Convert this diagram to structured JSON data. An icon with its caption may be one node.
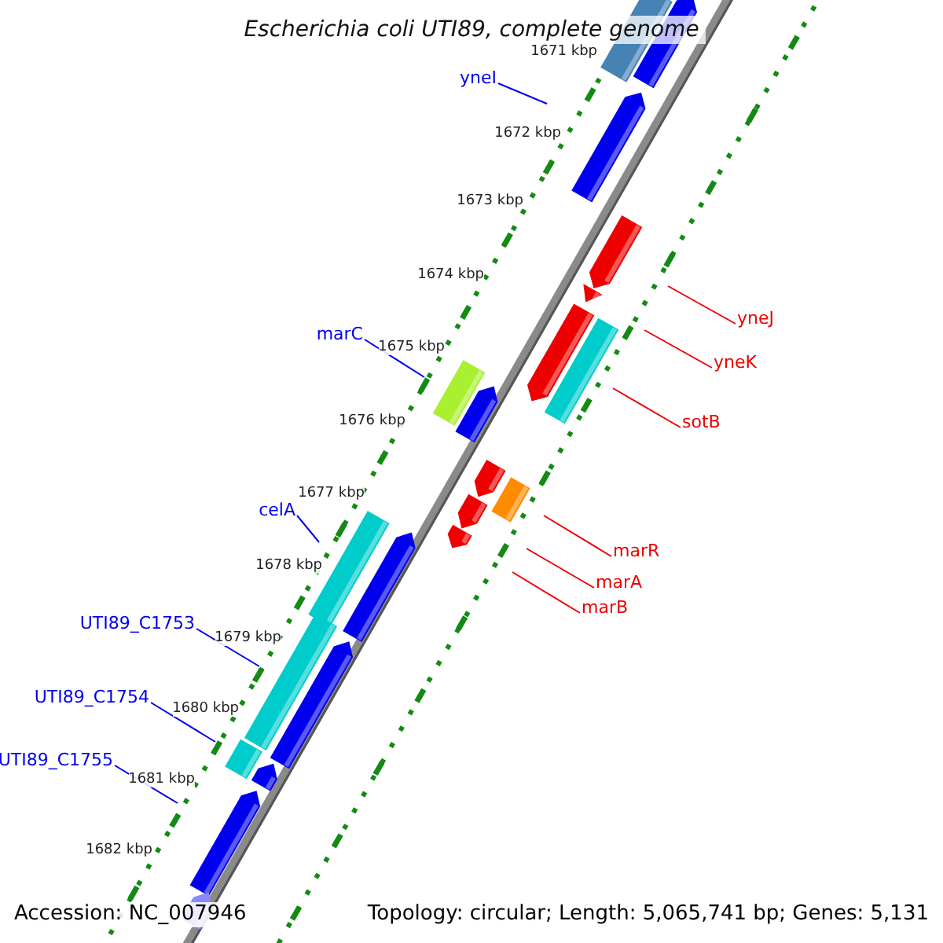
{
  "diagram": {
    "title": "Escherichia coli UTI89, complete genome",
    "nodes": [
      {
        "text": [
          "yneI"
        ]
      },
      {
        "text": [
          "marC"
        ]
      },
      {
        "text": [
          "celA"
        ]
      },
      {
        "text": [
          "UTI89_C1753"
        ]
      },
      {
        "text": [
          "UTI89_C1754"
        ]
      },
      {
        "text": [
          "UTI89_C1755"
        ]
      },
      {
        "text": [
          "yneJ"
        ]
      },
      {
        "text": [
          "yneK"
        ]
      },
      {
        "text": [
          "sotB"
        ]
      },
      {
        "text": [
          "marR"
        ]
      },
      {
        "text": [
          "marA"
        ]
      },
      {
        "text": [
          "marB"
        ]
      }
    ],
    "edges": [
      {
        "from": 0,
        "to": null,
        "arrow": "none"
      },
      {
        "from": 1,
        "to": null,
        "arrow": "none"
      },
      {
        "from": 2,
        "to": null,
        "arrow": "none"
      },
      {
        "from": 3,
        "to": null,
        "arrow": "none"
      },
      {
        "from": 4,
        "to": null,
        "arrow": "none"
      },
      {
        "from": 5,
        "to": null,
        "arrow": "none"
      },
      {
        "from": 6,
        "to": null,
        "arrow": "none",
        "color": "#ee0000"
      },
      {
        "from": 7,
        "to": null,
        "arrow": "none",
        "color": "#ee0000"
      },
      {
        "from": 8,
        "to": null,
        "arrow": "none",
        "color": "#ee0000"
      },
      {
        "from": 9,
        "to": null,
        "arrow": "none",
        "color": "#ee0000"
      },
      {
        "from": 10,
        "to": null,
        "arrow": "none",
        "color": "#ee0000"
      },
      {
        "from": 11,
        "to": null,
        "arrow": "none",
        "color": "#ee0000"
      }
    ],
    "labels": [
      "1671 kbp",
      "1672 kbp",
      "1673 kbp",
      "1674 kbp",
      "1675 kbp",
      "1676 kbp",
      "1677 kbp",
      "1678 kbp",
      "1679 kbp",
      "1680 kbp",
      "1681 kbp",
      "1682 kbp",
      "Accession: NC_007946",
      "Topology: circular; Length: 5,065,741 bp; Genes: 5,131"
    ]
  }
}
